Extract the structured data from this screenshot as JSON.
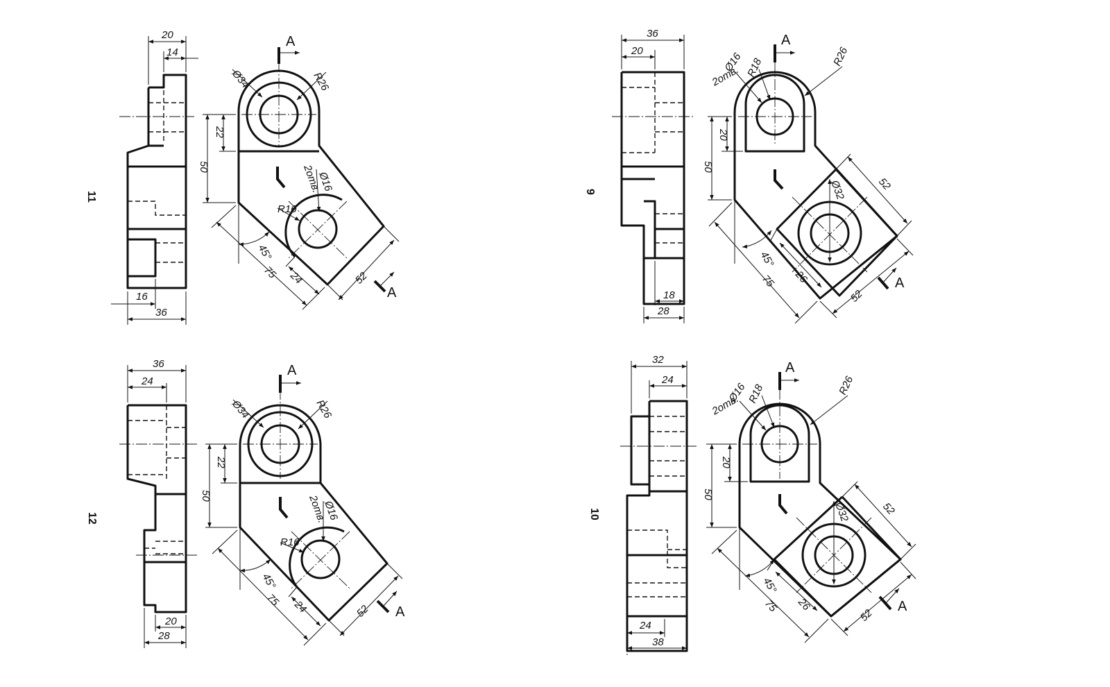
{
  "drawings": [
    {
      "variant": "11",
      "side": {
        "w_total": "20",
        "w_boss": "14",
        "w_bottom": "36",
        "w_step": "16"
      },
      "main": {
        "phi_outer": "Ø34",
        "radius_top": "R26",
        "h_22": "22",
        "h_50": "50",
        "phi_hole": "Ø16",
        "hole_note": "2отв.",
        "radius_low": "R16",
        "angle": "45°",
        "len_75": "75",
        "len_24": "24",
        "len_52": "52"
      },
      "cut": "A"
    },
    {
      "variant": "9",
      "side": {
        "w_total": "36",
        "w_upper": "20",
        "w_low1": "18",
        "w_low2": "28"
      },
      "main": {
        "phi_hole": "Ø16",
        "hole_note": "2отв.",
        "radius_in": "R18",
        "radius_top": "R26",
        "h_20": "20",
        "h_50": "50",
        "phi_low": "Ø32",
        "len_52": "52",
        "angle": "45°",
        "len_75": "75",
        "len_26": "26",
        "len_52b": "52"
      },
      "cut": "A"
    },
    {
      "variant": "12",
      "side": {
        "w_total": "36",
        "w_upper": "24",
        "w_low1": "20",
        "w_low2": "28"
      },
      "main": {
        "phi_outer": "Ø34",
        "radius_top": "R26",
        "h_22": "22",
        "h_50": "50",
        "phi_hole": "Ø16",
        "hole_note": "2отв.",
        "radius_low": "R16",
        "angle": "45°",
        "len_75": "75",
        "len_24": "24",
        "len_52": "52"
      },
      "cut": "A"
    },
    {
      "variant": "10",
      "side": {
        "w_total": "32",
        "w_upper": "24",
        "w_low1": "24",
        "w_low2": "38"
      },
      "main": {
        "phi_hole": "Ø16",
        "hole_note": "2отв.",
        "radius_in": "R18",
        "radius_top": "R26",
        "h_20": "20",
        "h_50": "50",
        "phi_low": "Ø32",
        "len_52": "52",
        "angle": "45°",
        "len_75": "75",
        "len_26": "26",
        "len_52b": "52"
      },
      "cut": "A"
    }
  ]
}
